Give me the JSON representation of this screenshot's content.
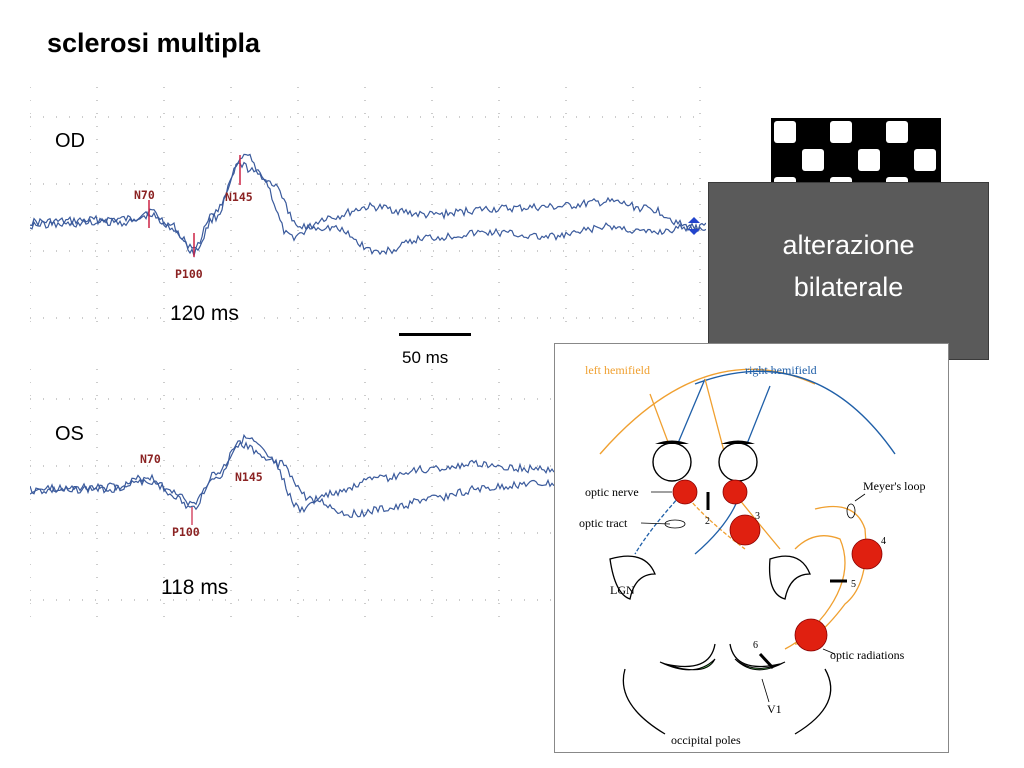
{
  "slide": {
    "title": "sclerosi multipla"
  },
  "traces": {
    "od": {
      "label": "OD",
      "peaks": {
        "n70": "N70",
        "p100": "P100",
        "n145": "N145"
      },
      "latency": "120 ms"
    },
    "os": {
      "label": "OS",
      "peaks": {
        "n70": "N70",
        "p100": "P100",
        "n145": "N145"
      },
      "latency": "118 ms"
    },
    "scale": "50 ms",
    "trace_color": "#3a5a9c",
    "marker_color": "#cc2244"
  },
  "stimulus": {
    "pattern": "checkerboard"
  },
  "summary": {
    "line1": "alterazione",
    "line2": "bilaterale"
  },
  "diagram": {
    "left_hemifield": "left hemifield",
    "right_hemifield": "right hemifield",
    "optic_nerve": "optic nerve",
    "optic_tract": "optic tract",
    "lgn": "LGN",
    "meyers_loop": "Meyer's loop",
    "optic_radiations": "optic radiations",
    "v1": "V1",
    "occipital_poles": "occipital poles",
    "n2": "2",
    "n3": "3",
    "n4": "4",
    "n5": "5",
    "n6": "6",
    "colors": {
      "left": "#f0a030",
      "right": "#1f5fa8",
      "lesion": "#e02010",
      "cortex": "#6fd66f"
    }
  }
}
